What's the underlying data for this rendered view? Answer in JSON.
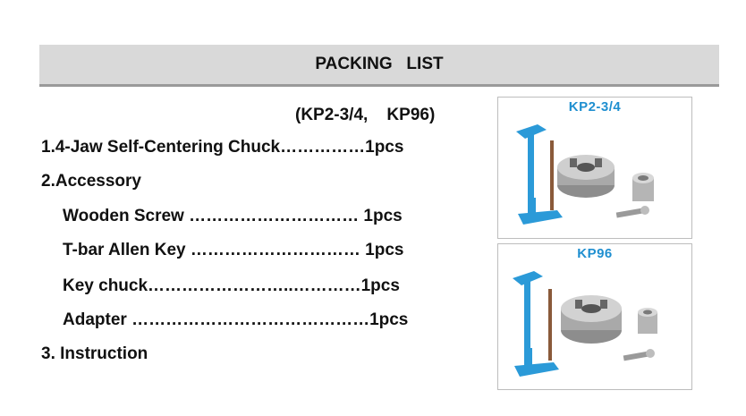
{
  "header": {
    "title": "PACKING   LIST"
  },
  "models_line": "(KP2-3/4,    KP96)",
  "items": [
    {
      "text": "1.4-Jaw Self-Centering Chuck……………1pcs"
    },
    {
      "text": "2.Accessory"
    },
    {
      "text": "Wooden Screw ………………………… 1pcs"
    },
    {
      "text": "T-bar Allen Key ………………………… 1pcs"
    },
    {
      "text": "Key chuck……………………..…………1pcs"
    },
    {
      "text": "Adapter ……………………………………1pcs"
    },
    {
      "text": "3. Instruction"
    }
  ],
  "panels": [
    {
      "label": "KP2-3/4"
    },
    {
      "label": "KP96"
    }
  ],
  "colors": {
    "accent": "#1f8fd0",
    "tool_blue": "#2b9ad8",
    "header_bg": "#d9d9d9"
  }
}
